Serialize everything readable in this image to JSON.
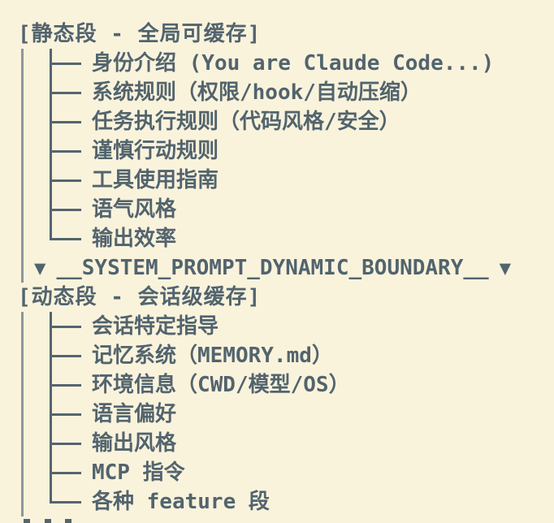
{
  "colors": {
    "background": "#faf3dc",
    "text": "#52646e",
    "quote_bar": "#8c969d",
    "tree_branch": "#54656f"
  },
  "tree": {
    "static_section": {
      "heading": "[静态段 - 全局可缓存]",
      "items": [
        "身份介绍 (You are Claude Code...)",
        "系统规则（权限/hook/自动压缩）",
        "任务执行规则（代码风格/安全）",
        "谨慎行动规则",
        "工具使用指南",
        "语气风格",
        "输出效率"
      ]
    },
    "boundary": {
      "marker_left": "▼",
      "label": "__SYSTEM_PROMPT_DYNAMIC_BOUNDARY__",
      "marker_right": "▼"
    },
    "dynamic_section": {
      "heading": "[动态段 - 会话级缓存]",
      "items": [
        "会话特定指导",
        "记忆系统（MEMORY.md）",
        "环境信息（CWD/模型/OS）",
        "语言偏好",
        "输出风格",
        "MCP 指令",
        "各种 feature 段"
      ]
    }
  }
}
